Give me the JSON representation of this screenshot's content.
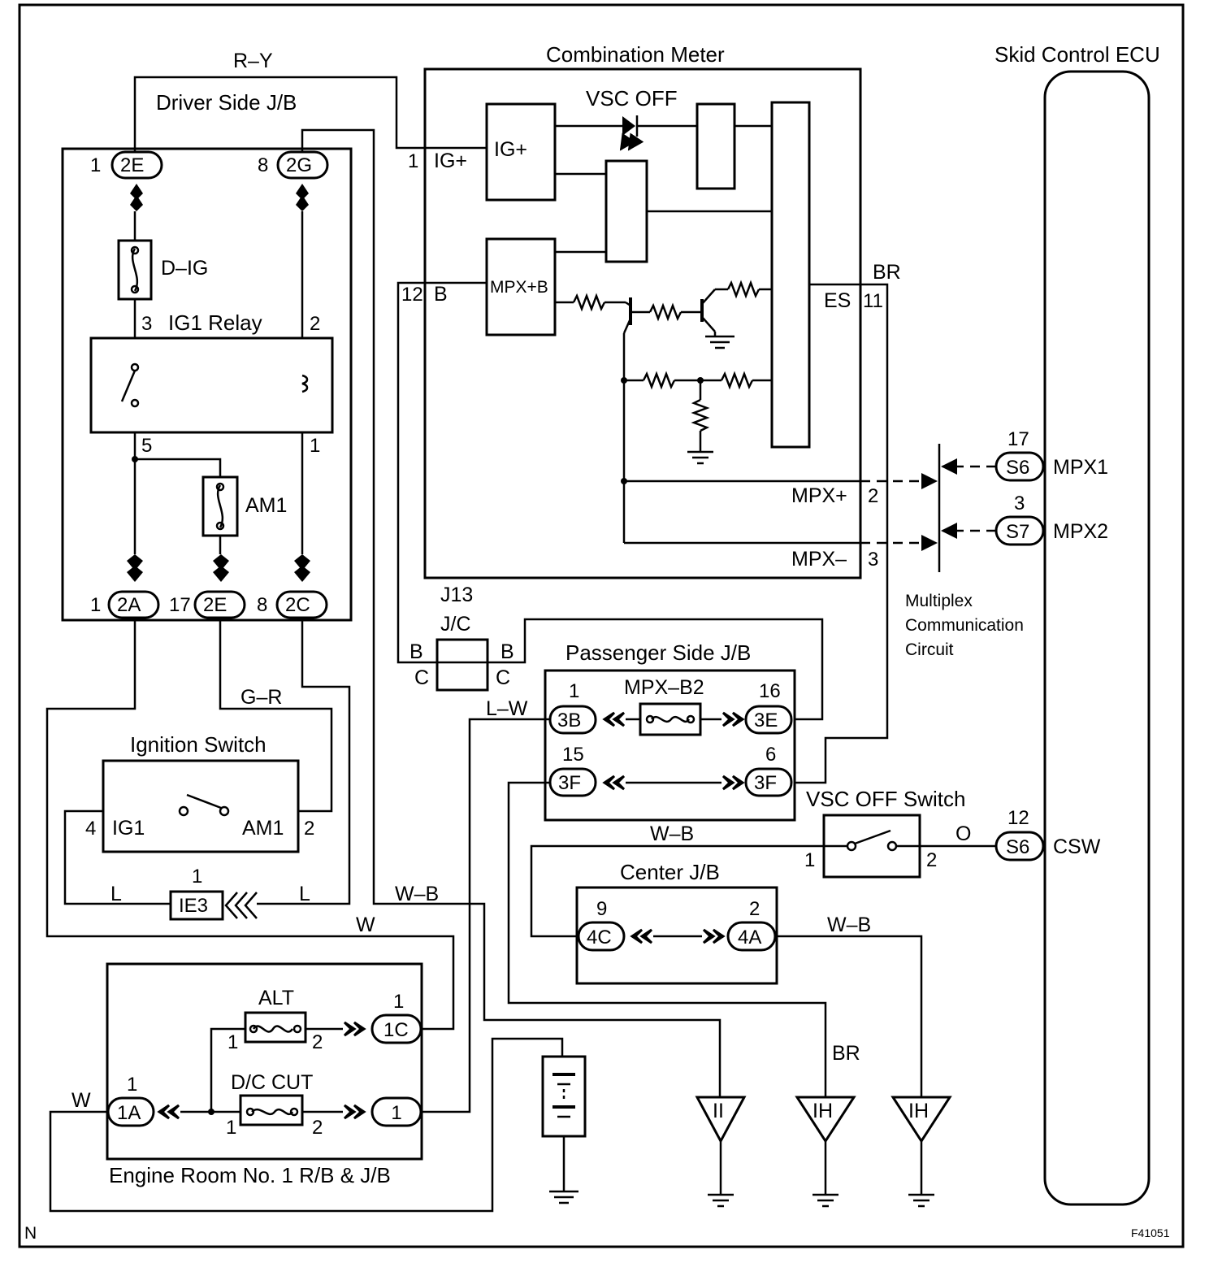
{
  "components": {
    "combination_meter": "Combination Meter",
    "skid_control_ecu": "Skid Control ECU",
    "driver_side_jb": "Driver Side J/B",
    "ig1_relay": "IG1 Relay",
    "ignition_switch": "Ignition Switch",
    "engine_room_rb_jb": "Engine Room No. 1 R/B & J/B",
    "passenger_side_jb": "Passenger Side J/B",
    "center_jb": "Center J/B",
    "vsc_off_switch": "VSC OFF Switch",
    "vsc_off_indicator": "VSC OFF",
    "junction_j13": "J13",
    "junction_jc": "J/C",
    "multiplex_line1": "Multiplex",
    "multiplex_line2": "Communication",
    "multiplex_line3": "Circuit"
  },
  "fuses": {
    "d_ig": "D–IG",
    "am1": "AM1",
    "alt": "ALT",
    "dc_cut": "D/C CUT",
    "mpx_b2": "MPX–B2"
  },
  "wire_colors": {
    "r_y": "R–Y",
    "br_top": "BR",
    "br_ground": "BR",
    "g_r": "G–R",
    "l_w": "L–W",
    "w_b_left": "W–B",
    "w_b_mid": "W–B",
    "w_b_right": "W–B",
    "w_left": "W",
    "w_mid": "W",
    "l_left": "L",
    "l_right": "L",
    "o": "O"
  },
  "connectors": {
    "dsj_2e_top": "2E",
    "dsj_2e_top_pin": "1",
    "dsj_2g": "2G",
    "dsj_2g_pin": "8",
    "dsj_2a": "2A",
    "dsj_2a_pin": "1",
    "dsj_2e_bot": "2E",
    "dsj_2e_bot_pin": "17",
    "dsj_2c": "2C",
    "dsj_2c_pin": "8",
    "ie3": "IE3",
    "ie3_pin": "1",
    "eng_1c": "1C",
    "eng_1c_pin": "1",
    "eng_1a": "1A",
    "eng_1a_pin": "1",
    "eng_1": "1",
    "psj_3b": "3B",
    "psj_3b_pin": "1",
    "psj_3e": "3E",
    "psj_3e_pin": "16",
    "psj_3f_left": "3F",
    "psj_3f_left_pin": "15",
    "psj_3f_right": "3F",
    "psj_3f_right_pin": "6",
    "cjb_4c": "4C",
    "cjb_4c_pin": "9",
    "cjb_4a": "4A",
    "cjb_4a_pin": "2",
    "ecu_s6_top": "S6",
    "ecu_s6_top_pin": "17",
    "ecu_mpx1": "MPX1",
    "ecu_s7": "S7",
    "ecu_s7_pin": "3",
    "ecu_mpx2": "MPX2",
    "ecu_s6_bot": "S6",
    "ecu_s6_bot_pin": "12",
    "ecu_csw": "CSW"
  },
  "meter_terminals": {
    "ig_plus_box": "IG+",
    "ig_plus_pin": "1",
    "ig_plus_label": "IG+",
    "mpx_b_box": "MPX+B",
    "b_pin": "12",
    "b_label": "B",
    "es_label": "ES",
    "es_pin": "11",
    "mpx_plus_label": "MPX+",
    "mpx_plus_pin": "2",
    "mpx_minus_label": "MPX–",
    "mpx_minus_pin": "3"
  },
  "relay_pins": {
    "p3": "3",
    "p2": "2",
    "p5": "5",
    "p1": "1"
  },
  "switch_terminals": {
    "ig1": "IG1",
    "ig1_pin": "4",
    "am1": "AM1",
    "am1_pin": "2",
    "vsc_pin1": "1",
    "vsc_pin2": "2"
  },
  "jc_terminals": {
    "b_left": "B",
    "b_right": "B",
    "c_left": "C",
    "c_right": "C"
  },
  "fuse_pins": {
    "alt_1": "1",
    "alt_2": "2",
    "dc_1": "1",
    "dc_2": "2"
  },
  "grounds": {
    "g1": "II",
    "g2": "IH",
    "g3": "IH"
  },
  "corner_labels": {
    "bottom_left": "N",
    "figure_id": "F41051"
  }
}
